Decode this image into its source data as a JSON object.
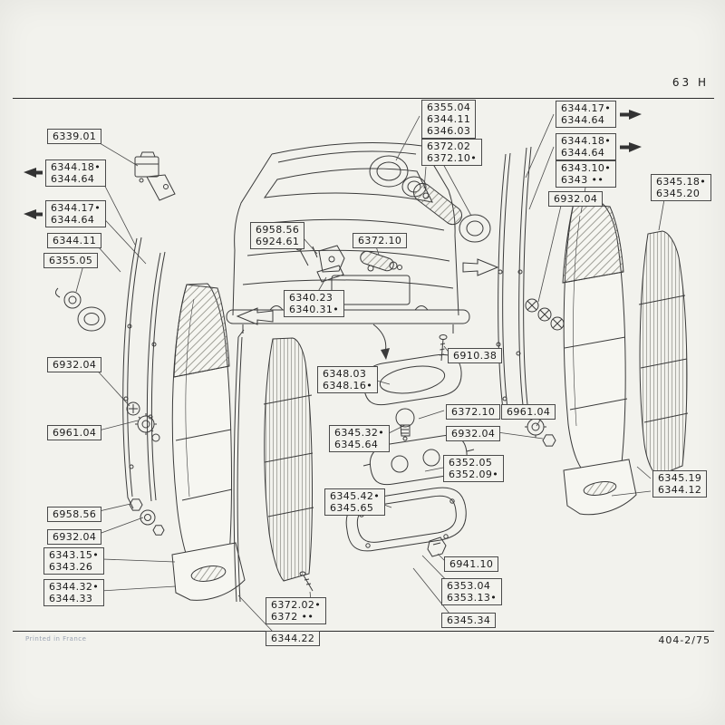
{
  "page": {
    "header_right": "63 H",
    "footer_left": "Printed in France",
    "footer_right": "404-2/75"
  },
  "labels": {
    "relay": [
      "6339.01"
    ],
    "left_top": [
      "6344.18•",
      "6344.64"
    ],
    "left_mid": [
      "6344.17•",
      "6344.64"
    ],
    "left_seal": [
      "6344.11"
    ],
    "grommet": [
      "6355.05"
    ],
    "left_clip": [
      "6932.04"
    ],
    "left_socket": [
      "6961.04"
    ],
    "left_nut": [
      "6958.56"
    ],
    "left_washer": [
      "6932.04"
    ],
    "left_housing": [
      "6343.15•",
      "6343.26"
    ],
    "left_base": [
      "6344.32•",
      "6344.33"
    ],
    "top_lamp": [
      "6355.04",
      "6344.11",
      "6346.03"
    ],
    "top_socket": [
      "6372.02",
      "6372.10•"
    ],
    "plate_screws": [
      "6958.56",
      "6924.61"
    ],
    "plate_socket": [
      "6372.10"
    ],
    "bracket": [
      "6340.23",
      "6340.31•"
    ],
    "screw_top": [
      "6910.38"
    ],
    "plate_lens": [
      "6348.03",
      "6348.16•"
    ],
    "bulb": [
      "6372.10"
    ],
    "right_socket": [
      "6961.04"
    ],
    "plate_body": [
      "6345.32•",
      "6345.64"
    ],
    "right_washer": [
      "6932.04"
    ],
    "lamp_body": [
      "6352.05",
      "6352.09•"
    ],
    "plate_gasket": [
      "6345.42•",
      "6345.65"
    ],
    "clip": [
      "6941.10"
    ],
    "boot_gasket": [
      "6353.04",
      "6353.13•"
    ],
    "plate": [
      "6345.34"
    ],
    "screw_bottom": [
      "6372.02•",
      "6372 ••"
    ],
    "strip": [
      "6344.22"
    ],
    "right_top": [
      "6344.17•",
      "6344.64"
    ],
    "right_mid": [
      "6344.18•",
      "6344.64"
    ],
    "right_housing": [
      "6343.10•",
      "6343 ••"
    ],
    "right_seal_washer": [
      "6932.04"
    ],
    "right_lens": [
      "6345.18•",
      "6345.20"
    ],
    "right_lens_lower": [
      "6345.19",
      "6344.12"
    ]
  }
}
